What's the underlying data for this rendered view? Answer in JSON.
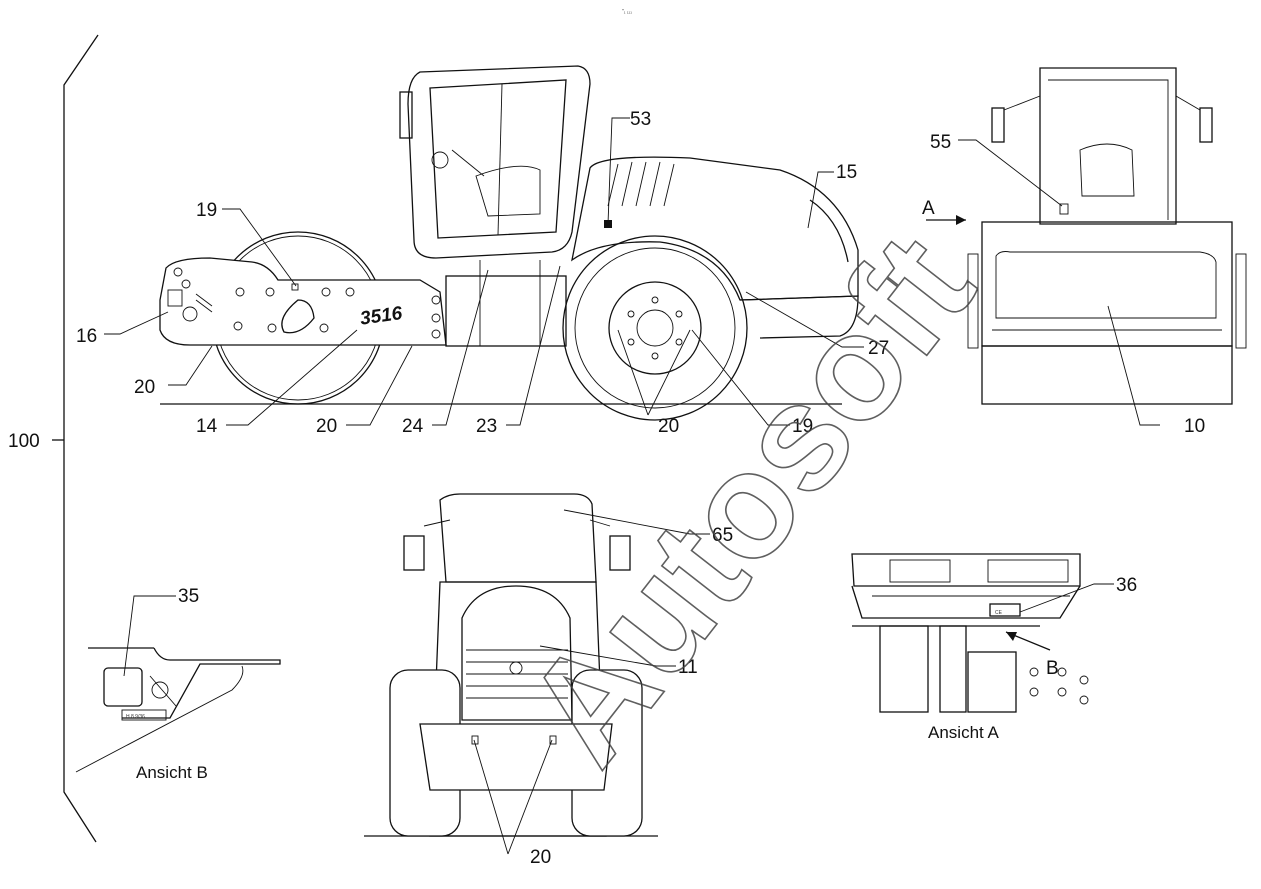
{
  "header": {
    "top_mark": "\"₁ ₁₁₁"
  },
  "watermark": {
    "text": "Autosoft"
  },
  "assembly": {
    "label": "100"
  },
  "callouts": {
    "c19a": "19",
    "c16": "16",
    "c20a": "20",
    "c14": "14",
    "c20b": "20",
    "c24": "24",
    "c23": "23",
    "c20c": "20",
    "c19b": "19",
    "c27": "27",
    "c53": "53",
    "c15": "15",
    "c55": "55",
    "c10": "10",
    "c65": "65",
    "c11": "11",
    "c20d": "20",
    "c35": "35",
    "c36": "36"
  },
  "roller_model": "3516",
  "views": {
    "arrow_a": "A",
    "arrow_b": "B",
    "view_a": "Ansicht A",
    "view_b": "Ansicht B"
  },
  "decal_text": "CE",
  "plate_text": "H 8 9/36"
}
